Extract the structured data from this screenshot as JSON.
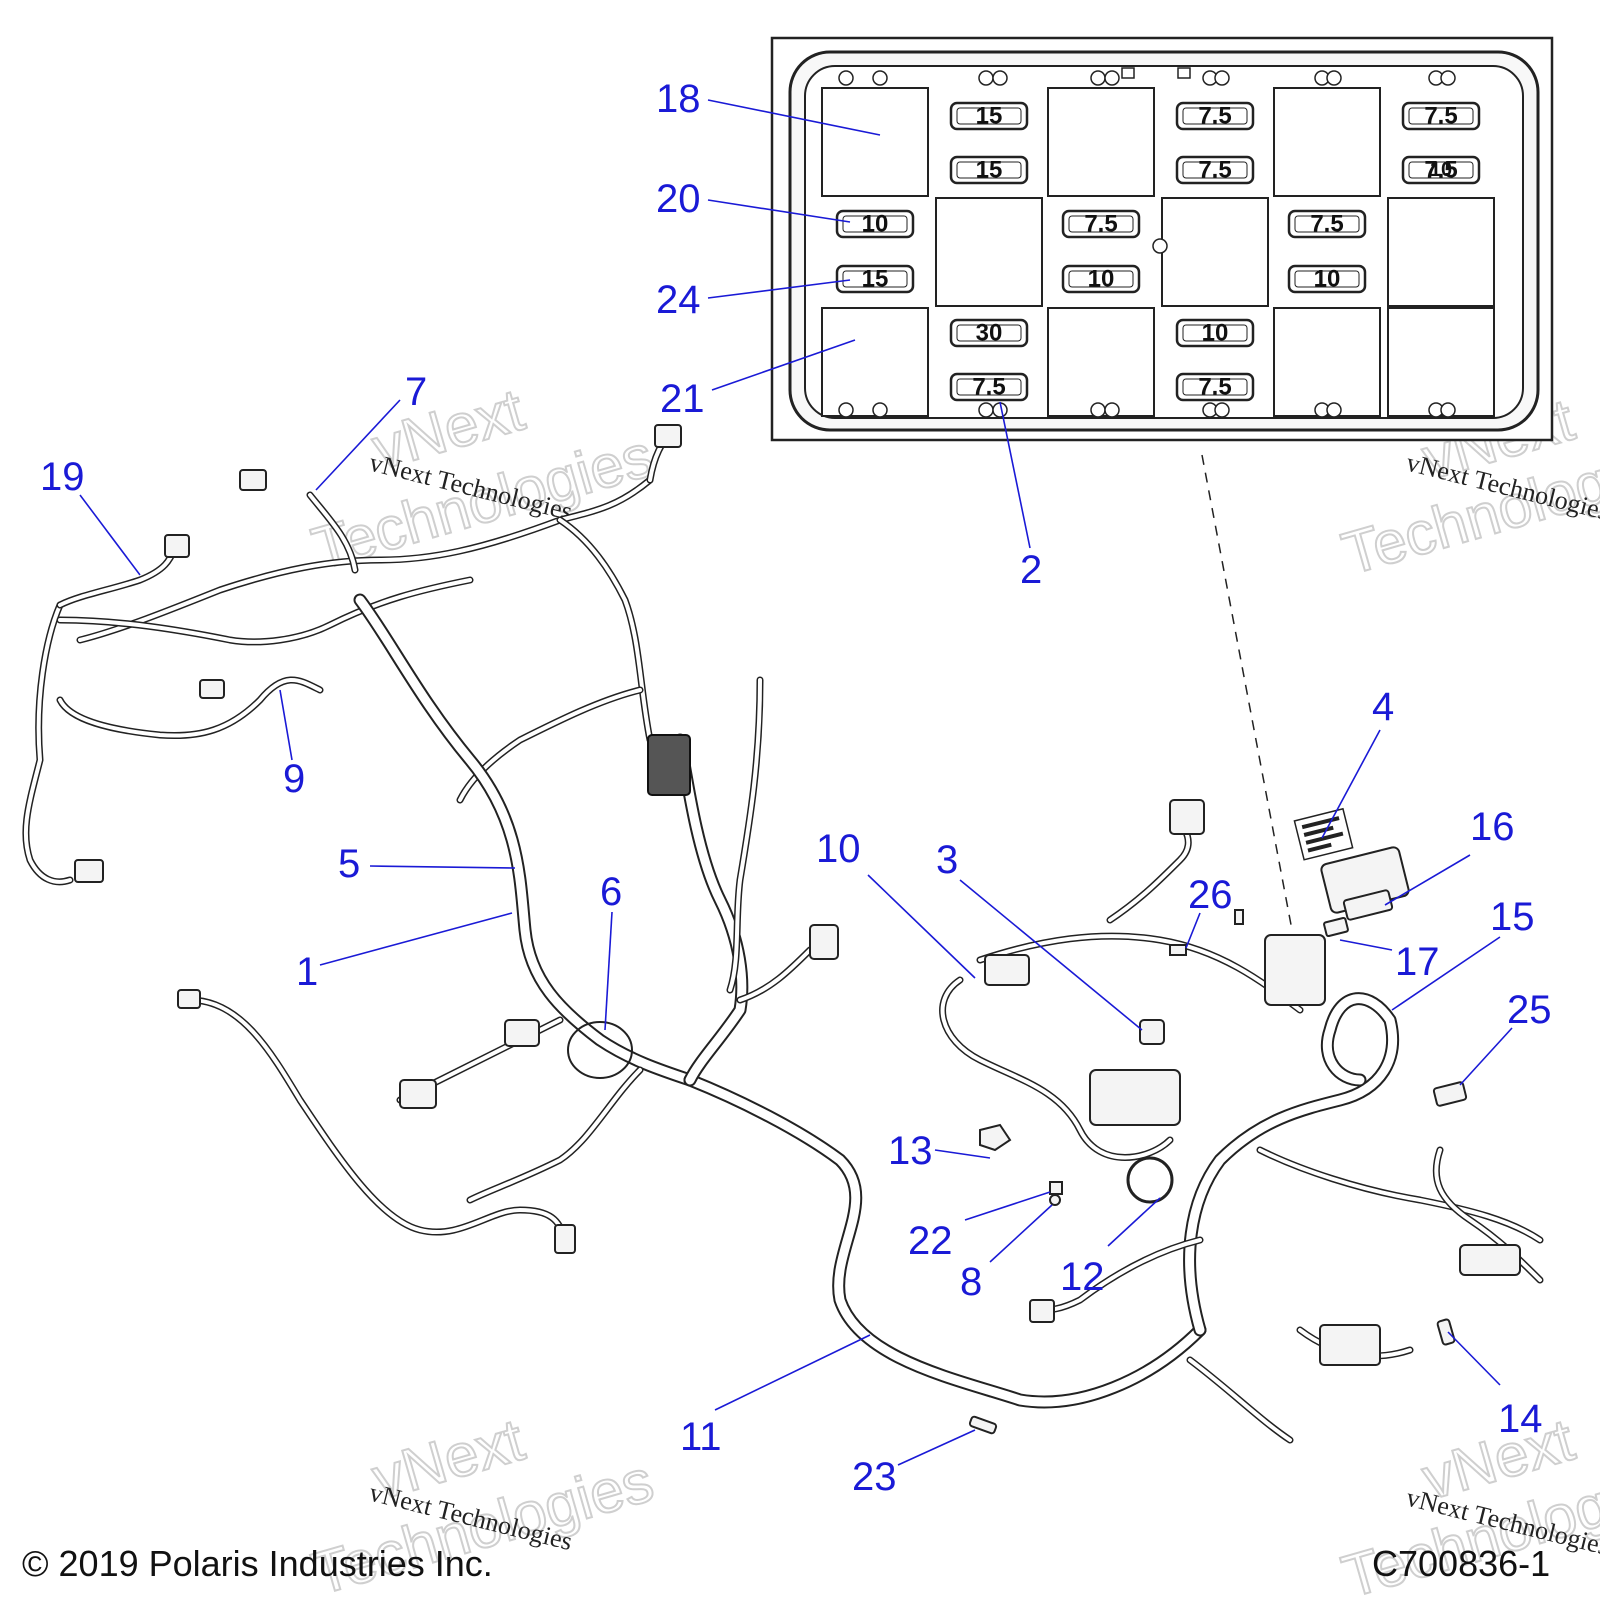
{
  "callouts": [
    "18",
    "20",
    "24",
    "21",
    "2",
    "7",
    "19",
    "9",
    "5",
    "1",
    "6",
    "10",
    "3",
    "26",
    "4",
    "16",
    "17",
    "15",
    "25",
    "13",
    "22",
    "8",
    "12",
    "11",
    "23",
    "14"
  ],
  "fuse_box": {
    "fuses": [
      "15",
      "15",
      "7.5",
      "7.5",
      "7.5",
      "7.5",
      "10",
      "7.5",
      "7.5",
      "15",
      "10",
      "10",
      "30",
      "10",
      "7.5",
      "7.5"
    ],
    "fuse_overprint": "10"
  },
  "watermark": {
    "text": "vNext Technologies",
    "big_line1": "vNext",
    "big_line2": "Technologies"
  },
  "footer": {
    "copyright": "© 2019 Polaris Industries Inc.",
    "drawing_number": "C700836-1"
  },
  "colors": {
    "callout": "#1a1ad6",
    "line_art": "#222222"
  }
}
